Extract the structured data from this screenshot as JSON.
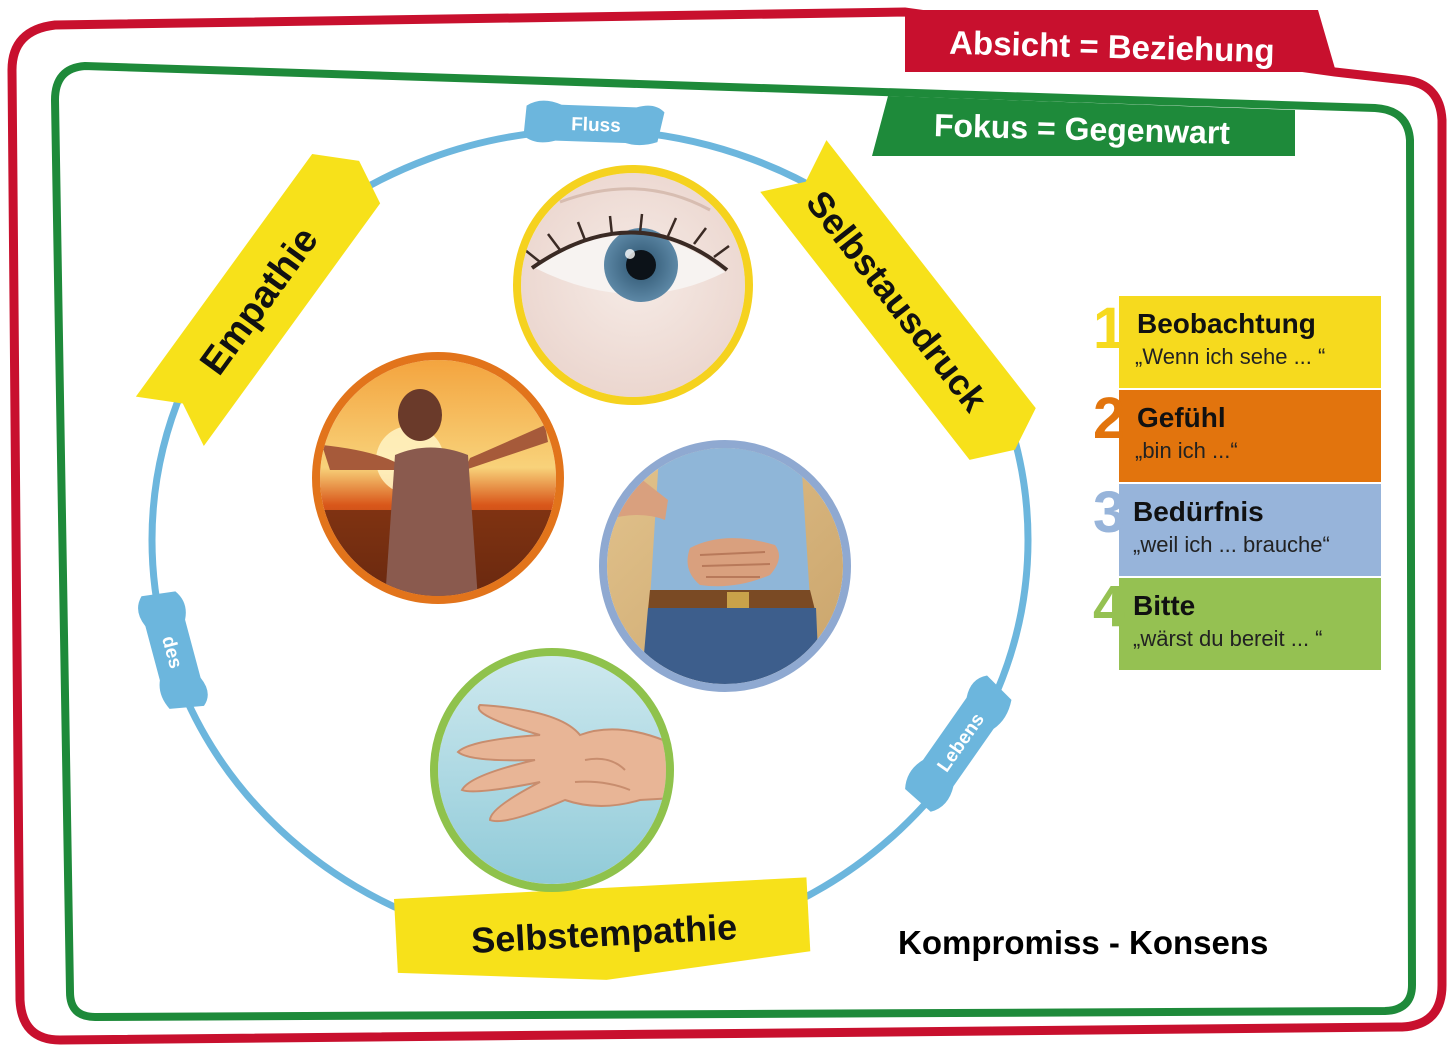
{
  "outer_frame": {
    "label": "Absicht = Beziehung",
    "color": "#c8102e"
  },
  "inner_frame": {
    "label": "Fokus = Gegenwart",
    "color": "#1e8a3a"
  },
  "cycle": {
    "flow_labels": [
      "Fluss",
      "des",
      "Lebens"
    ],
    "flow_color": "#6cb6dd",
    "stations": [
      "Empathie",
      "Selbstausdruck",
      "Selbstempathie"
    ],
    "station_color": "#f7e11a"
  },
  "images": [
    {
      "name": "eye-image",
      "ring_color": "#f5d21e"
    },
    {
      "name": "open-arms-sunset-image",
      "ring_color": "#e2741b"
    },
    {
      "name": "hand-on-belly-image",
      "ring_color": "#8fa9d1"
    },
    {
      "name": "open-palm-image",
      "ring_color": "#8fc24c"
    }
  ],
  "steps": [
    {
      "number": "1",
      "title": "Beobachtung",
      "subtitle": "„Wenn ich sehe ... “",
      "color": "#f6da1e",
      "num_color": "#f6da1e"
    },
    {
      "number": "2",
      "title": "Gefühl",
      "subtitle": "„bin ich ...“",
      "color": "#e2740d",
      "num_color": "#e2740d"
    },
    {
      "number": "3",
      "title": "Bedürfnis",
      "subtitle": "„weil ich ... brauche“",
      "color": "#97b4da",
      "num_color": "#97b4da"
    },
    {
      "number": "4",
      "title": "Bitte",
      "subtitle": "„wärst du bereit ... “",
      "color": "#95c152",
      "num_color": "#95c152"
    }
  ],
  "bottom_note": "Kompromiss - Konsens"
}
